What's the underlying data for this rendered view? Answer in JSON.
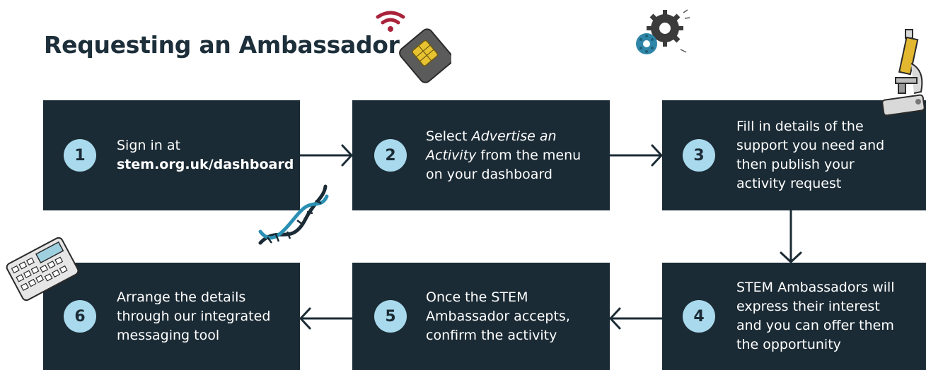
{
  "title": "Requesting an Ambassador",
  "steps": [
    {
      "number": "1",
      "line1": "Sign in at",
      "line2": "stem.org.uk/dashboard"
    },
    {
      "number": "2",
      "prefix": "Select ",
      "italic1": "Advertise an",
      "italic2": "Activity",
      "suffix": " from the menu",
      "line3": "on your dashboard"
    },
    {
      "number": "3",
      "lines": [
        "Fill in details of the",
        "support you need and",
        "then publish your",
        "activity request"
      ]
    },
    {
      "number": "4",
      "lines": [
        "STEM Ambassadors will",
        "express their interest",
        "and you can offer them",
        "the opportunity"
      ]
    },
    {
      "number": "5",
      "lines": [
        "Once the STEM",
        "Ambassador accepts,",
        "confirm the activity"
      ]
    },
    {
      "number": "6",
      "lines": [
        "Arrange the details",
        "through our integrated",
        "messaging tool"
      ]
    }
  ],
  "icons": [
    "wifi-sim-card-icon",
    "gears-icon",
    "microscope-icon",
    "dna-icon",
    "calculator-icon"
  ],
  "colors": {
    "box": "#1b2b35",
    "circle": "#a9d9ec",
    "title": "#1c2f3a",
    "arrow": "#1b2b35"
  }
}
